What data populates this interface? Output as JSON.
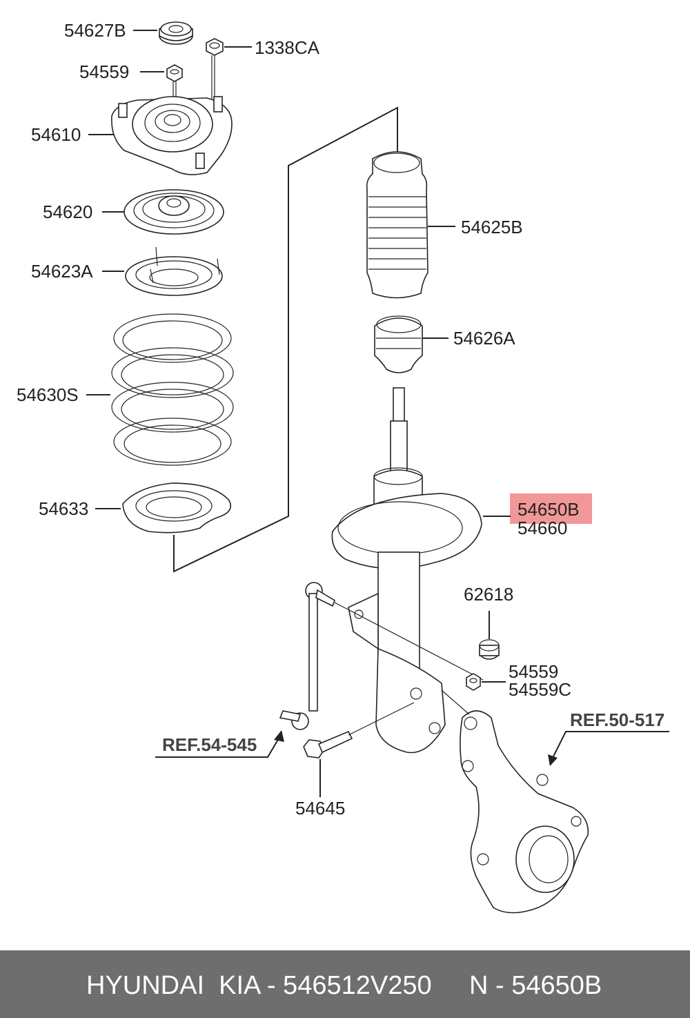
{
  "labels": {
    "p54627B": "54627B",
    "p1338CA": "1338CA",
    "p54559_top": "54559",
    "p54610": "54610",
    "p54620": "54620",
    "p54623A": "54623A",
    "p54630S": "54630S",
    "p54633": "54633",
    "p54625B": "54625B",
    "p54626A": "54626A",
    "p54650B": "54650B",
    "p54660": "54660",
    "p62618": "62618",
    "p54559_bottom": "54559",
    "p54559C": "54559C",
    "ref_54_545": "REF.54-545",
    "ref_50_517": "REF.50-517",
    "p54645": "54645"
  },
  "highlight_color": "#f08c8c",
  "footer": {
    "brand": "HYUNDAI  KIA - 546512V250",
    "part_ref": "N - 54650B",
    "background_color": "#6e6e6e"
  }
}
